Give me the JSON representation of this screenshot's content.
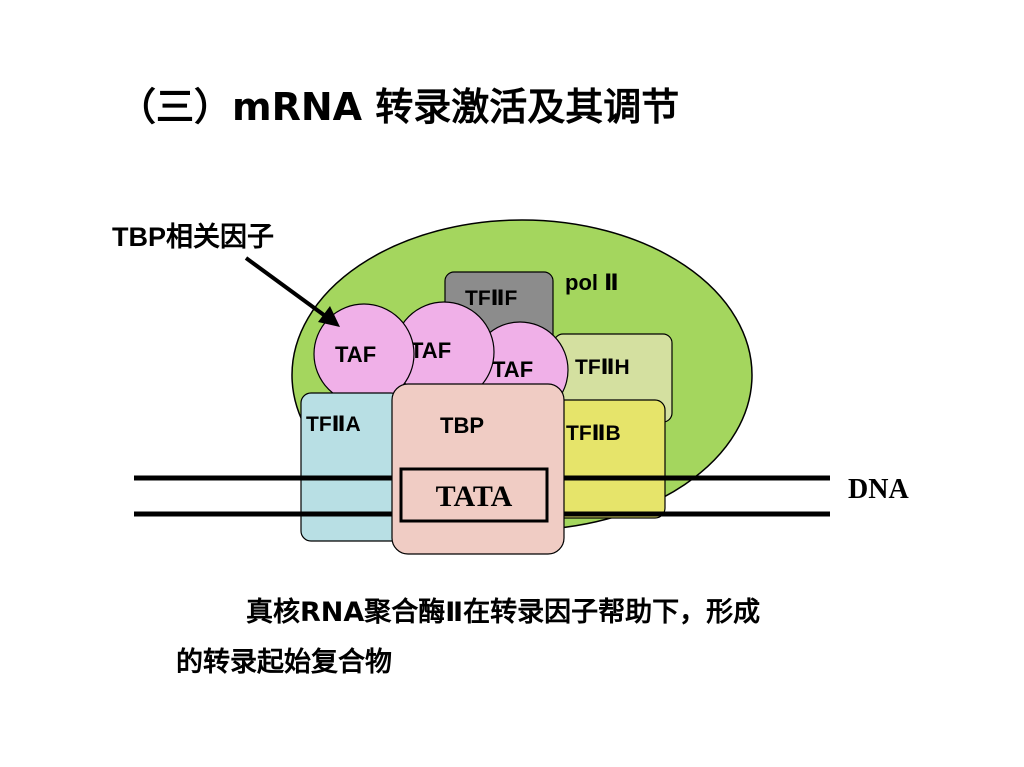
{
  "title": "（三）mRNA 转录激活及其调节",
  "diagram": {
    "callout_label": "TBP相关因子",
    "pol_label": "pol Ⅱ",
    "taf_1": "TAF",
    "taf_2": "TAF",
    "taf_3": "TAF",
    "tfiif": "TFⅡF",
    "tfiih": "TFⅡH",
    "tfiia": "TFⅡA",
    "tbp": "TBP",
    "tfiib": "TFⅡB",
    "tata": "TATA",
    "dna": "DNA",
    "colors": {
      "pol_ii": "#a4d65e",
      "taf": "#f0b0e8",
      "tfiif": "#8c8c8c",
      "tfiih": "#d4e0a0",
      "tfiia": "#b8dfe4",
      "tbp": "#f0ccc4",
      "tfiib": "#e6e46a",
      "dna": "#000000"
    }
  },
  "caption": {
    "line1": "真核RNA聚合酶Ⅱ在转录因子帮助下，形成",
    "line2": "的转录起始复合物"
  }
}
